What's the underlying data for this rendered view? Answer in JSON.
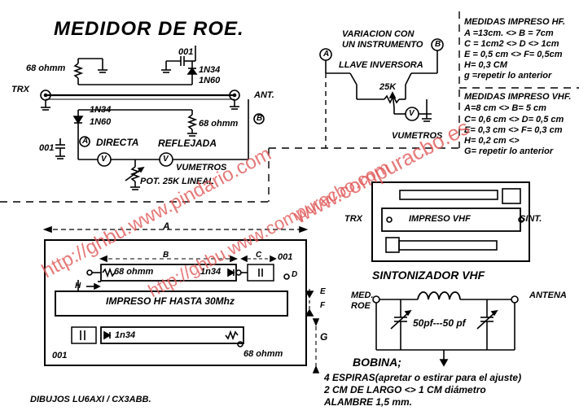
{
  "title": "MEDIDOR  DE  ROE.",
  "hf_circuit": {
    "r68_top": "68 ohmm",
    "c001_top": "001",
    "diode_top_1": "1N34",
    "diode_top_2": "1N60",
    "trx": "TRX",
    "ant": "ANT.",
    "ant_mark": "B",
    "diode_bot_1": "1N34",
    "diode_bot_2": "1N60",
    "r68_bot": "68 ohmm",
    "c001_bot": "001",
    "mark_a": "A",
    "directa": "DIRECTA",
    "reflejada": "REFLEJADA",
    "meter_v": "V",
    "vumetros": "VUMETROS",
    "pot": "POT. 25K LINEAL"
  },
  "switch_circuit": {
    "variacion_1": "VARIACION CON",
    "variacion_2": "UN INSTRUMENTO",
    "mark_a": "A",
    "mark_b": "B",
    "llave": "LLAVE INVERSORA",
    "r25k": "25K",
    "meter_v": "V",
    "vumetros": "VUMETROS"
  },
  "hf_measures": {
    "heading": "MEDIDAS IMPRESO HF.",
    "lines": [
      "A =13cm. <> B = 7cm",
      "C = 1cm2 <> D <> 1cm",
      "E = 0,5 cm <> F= 0,5cm",
      "H= 0,3 CM",
      "g =repetir lo anterior"
    ]
  },
  "vhf_measures": {
    "heading": "MEDIDAS IMPRESO VHF.",
    "lines": [
      "A=8 cm <> B= 5 cm",
      "C= 0,6 cm <> D= 0,5 cm",
      "E= 0,3 cm <> F= 0,3 cm",
      "H= 0,2 cm <>",
      "G= repetir lo anterior"
    ]
  },
  "hf_board": {
    "dim_a": "A",
    "dim_b": "B",
    "dim_c": "C",
    "dim_d": "D",
    "dim_e": "E",
    "dim_f": "F",
    "dim_g": "G",
    "dim_h": "H",
    "r68_top": "68 ohmm",
    "diode_top": "1n34",
    "c001_top": "001",
    "strip": "IMPRESO HF  HASTA 30Mhz",
    "diode_bot": "1n34",
    "c001_bot": "001",
    "r68_bot": "68 ohmm"
  },
  "vhf_board": {
    "trx": "TRX",
    "strip": "IMPRESO  VHF",
    "sint": "SINT."
  },
  "tuner": {
    "heading": "SINTONIZADOR  VHF",
    "med_roe_1": "MED.",
    "med_roe_2": "ROE",
    "antena": "ANTENA",
    "caps": "50pf---50 pf"
  },
  "coil": {
    "heading": "BOBINA;",
    "lines": [
      "4 ESPIRAS(apretar o estirar para el ajuste)",
      "2 CM  DE LARGO  <>  1 CM  diámetro",
      "ALAMBRE  1,5 mm."
    ]
  },
  "credits": "DIBUJOS  LU6AXI / CX3ABB.",
  "watermarks": [
    "http://ghbu.www.pindario.com",
    "www.compuracbo.es",
    "http://ghbu.www.compuracbo.com"
  ]
}
